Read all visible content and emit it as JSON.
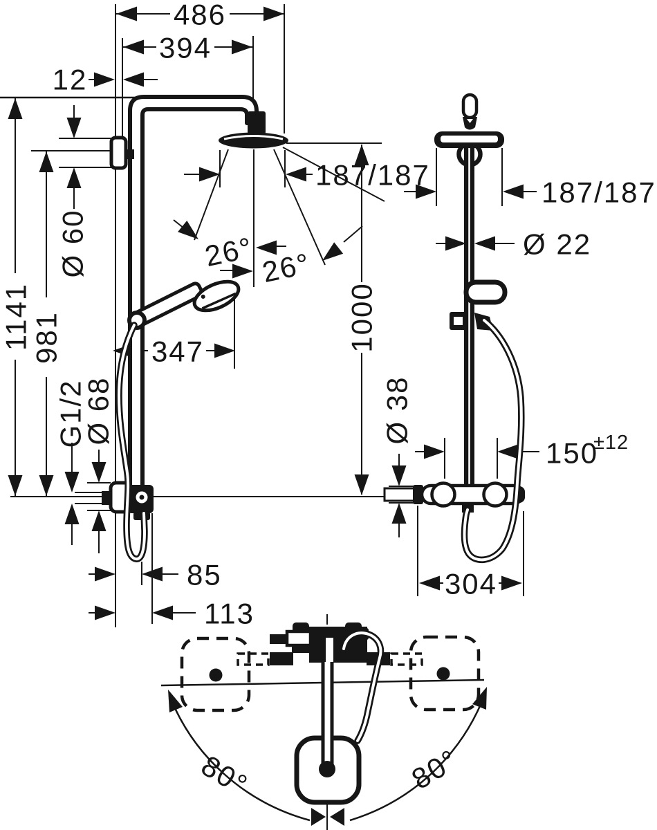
{
  "front_view": {
    "d486": "486",
    "d394": "394",
    "d12": "12",
    "d1141": "1141",
    "d981": "981",
    "dia60": "Ø 60",
    "d187": "187/187",
    "a26_left": "26°",
    "a26_right": "26°",
    "d347": "347",
    "d1000": "1000",
    "thread": "G1/2",
    "dia68": "Ø 68",
    "d85": "85",
    "d113": "113"
  },
  "side_view": {
    "d187": "187/187",
    "dia22": "Ø 22",
    "dia38": "Ø 38",
    "d150": "150",
    "d150_tol": "±12",
    "d304": "304"
  },
  "top_view": {
    "a80_left": "80°",
    "a80_right": "80°"
  },
  "colors": {
    "ink": "#161616",
    "paper": "#ffffff"
  }
}
